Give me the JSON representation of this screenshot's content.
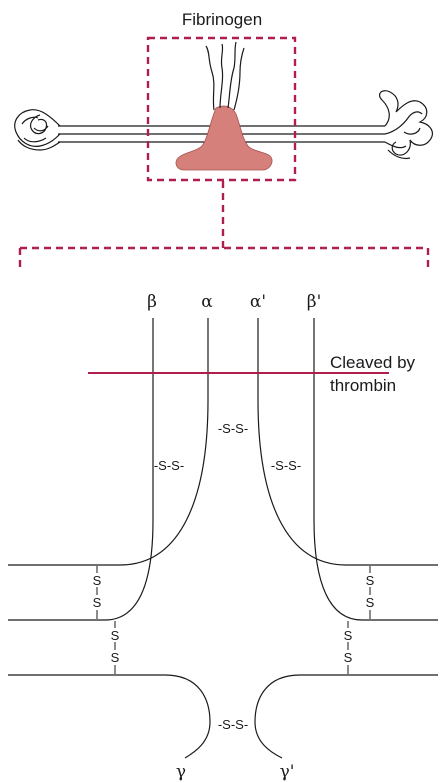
{
  "title": "Fibrinogen",
  "chain_labels": {
    "beta": "β",
    "alpha": "α",
    "alpha_prime": "α'",
    "beta_prime": "β'",
    "gamma": "γ",
    "gamma_prime": "γ'"
  },
  "disulfide_label": "-S-S-",
  "disulfide_atom": "S",
  "cleavage_annotation": {
    "line1": "Cleaved by",
    "line2": "thrombin"
  },
  "colors": {
    "accent": "#b01e4b",
    "globule_fill": "#d6807c",
    "line": "#1a1a1a"
  }
}
